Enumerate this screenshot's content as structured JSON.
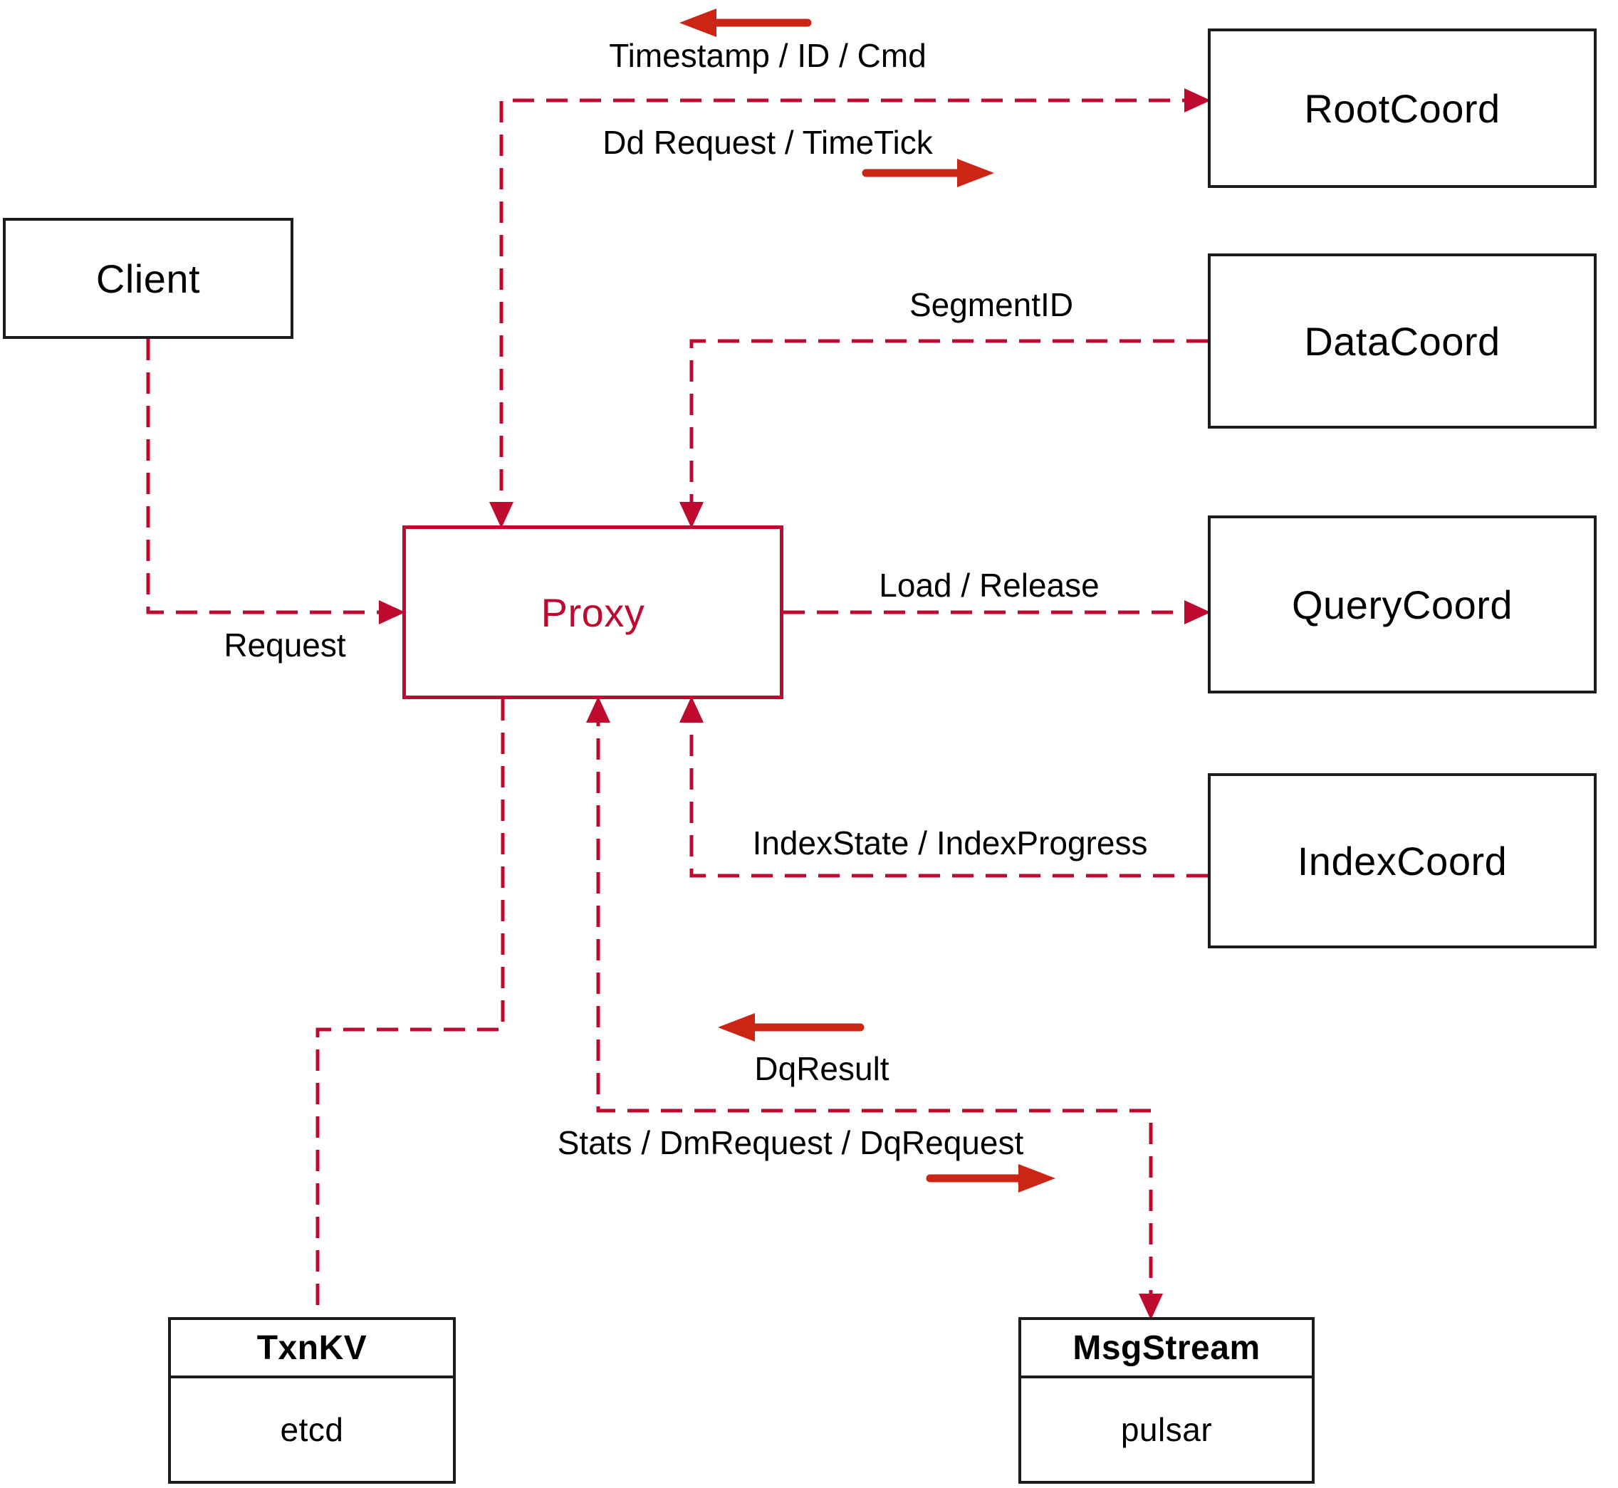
{
  "diagram": {
    "nodes": {
      "client": {
        "label": "Client"
      },
      "proxy": {
        "label": "Proxy"
      },
      "root_coord": {
        "label": "RootCoord"
      },
      "data_coord": {
        "label": "DataCoord"
      },
      "query_coord": {
        "label": "QueryCoord"
      },
      "index_coord": {
        "label": "IndexCoord"
      },
      "txn_kv": {
        "title": "TxnKV",
        "subtitle": "etcd"
      },
      "msg_stream": {
        "title": "MsgStream",
        "subtitle": "pulsar"
      }
    },
    "edge_labels": {
      "root_to_proxy": "Timestamp / ID / Cmd",
      "proxy_to_root": "Dd Request / TimeTick",
      "data_to_proxy": "SegmentID",
      "proxy_to_query": "Load / Release",
      "client_to_proxy": "Request",
      "index_to_proxy": "IndexState / IndexProgress",
      "msg_to_proxy": "DqResult",
      "proxy_to_msg": "Stats / DmRequest / DqRequest"
    },
    "colors": {
      "line": "#bf0a30",
      "arrow": "#cc2415",
      "box_border": "#1c1c1c",
      "text": "#000000",
      "background": "#ffffff"
    }
  }
}
